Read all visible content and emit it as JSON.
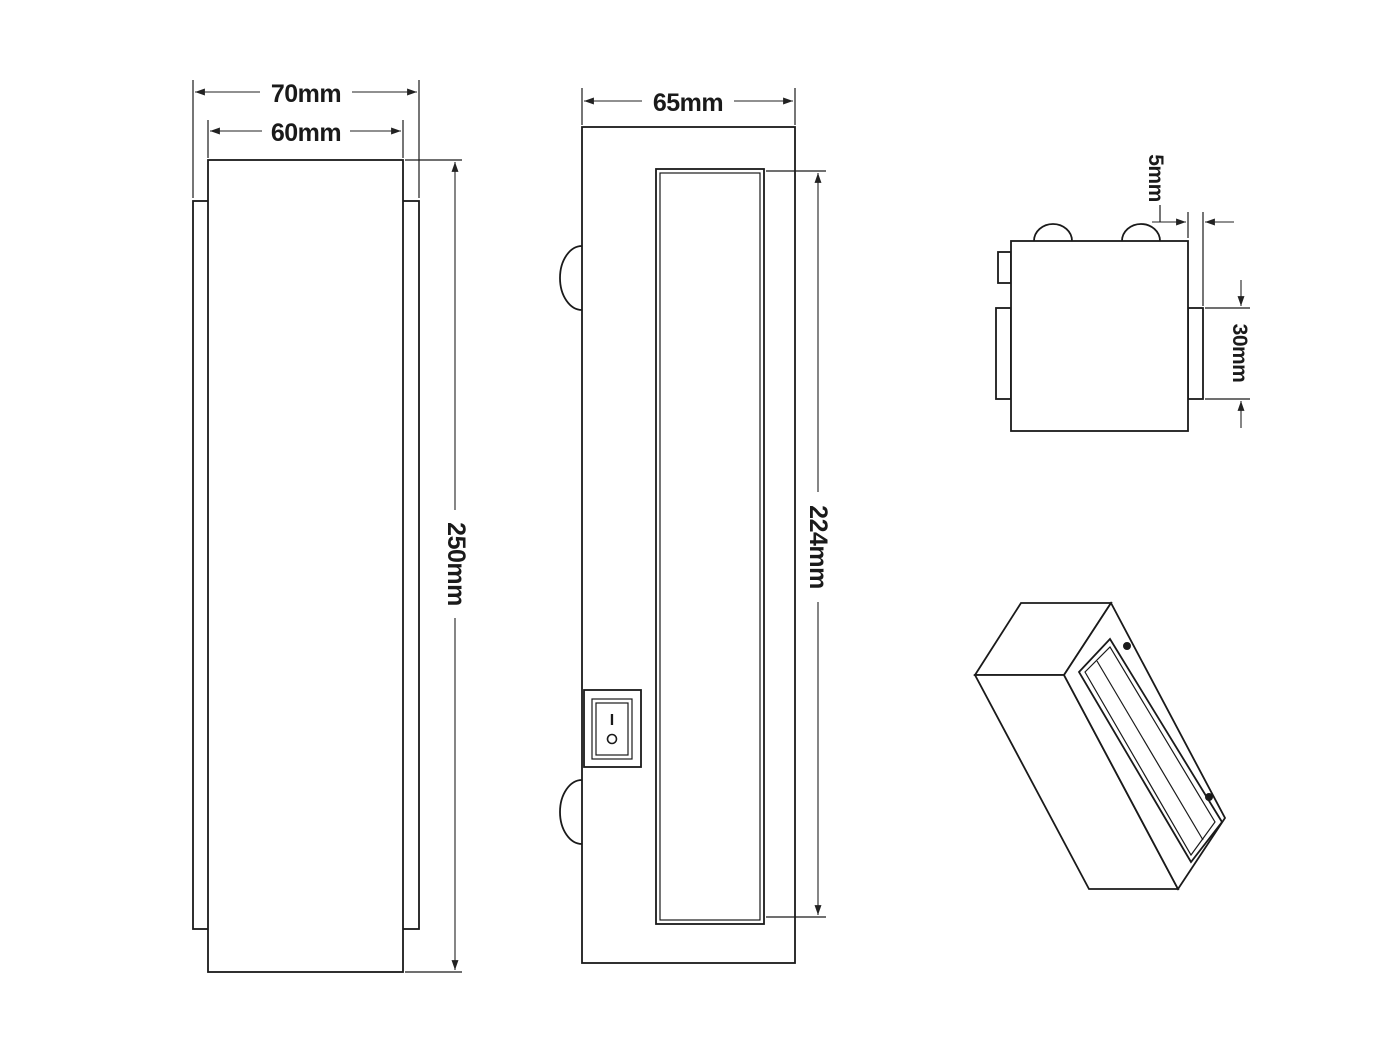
{
  "front_view": {
    "width_outer_label": "70mm",
    "width_inner_label": "60mm",
    "height_label": "250mm"
  },
  "side_view": {
    "width_label": "65mm",
    "slot_height_label": "224mm",
    "switch_on_symbol": "I",
    "switch_off_symbol": "O"
  },
  "top_view": {
    "offset_label": "5mm",
    "bracket_label": "30mm"
  },
  "iso_view": {}
}
